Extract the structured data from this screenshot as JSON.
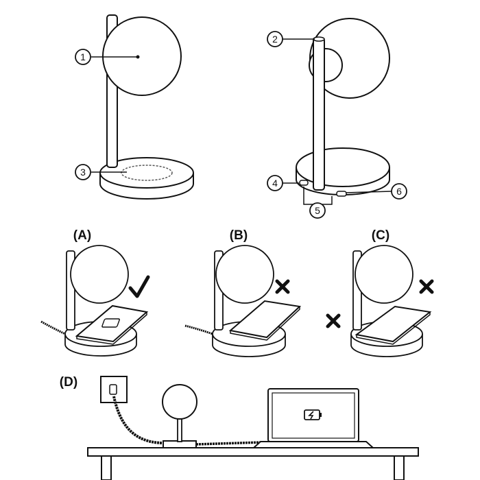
{
  "callouts": [
    "1",
    "2",
    "3",
    "4",
    "5",
    "6"
  ],
  "panels": [
    {
      "label": "(A)",
      "verdict": "check"
    },
    {
      "label": "(B)",
      "verdict": "cross"
    },
    {
      "label": "(C)",
      "verdict": "cross"
    },
    {
      "label": "(D)"
    }
  ],
  "icons": [
    "lamp-front-view",
    "lamp-back-view",
    "phone-icon",
    "check-icon",
    "cross-icon",
    "wall-outlet-icon",
    "laptop-icon",
    "battery-charging-icon",
    "desk"
  ],
  "colors": {
    "line": "#111111",
    "fill": "#ffffff",
    "dash": "#555555"
  }
}
